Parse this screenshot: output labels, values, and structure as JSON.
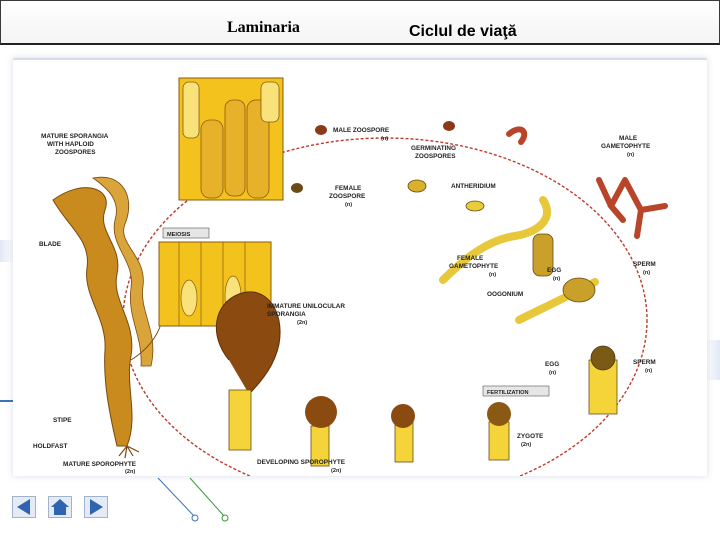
{
  "header": {
    "title_left": "Laminaria",
    "title_right": "Ciclul de viaţă"
  },
  "diagram": {
    "labels": {
      "mature_sporangia": "MATURE SPORANGIA",
      "with_haploid": "WITH HAPLOID",
      "zoospores": "ZOOSPORES",
      "blade": "BLADE",
      "stipe": "STIPE",
      "holdfast": "HOLDFAST",
      "mature_sporophyte": "MATURE SPOROPHYTE",
      "mature_sporophyte_ploidy": "(2n)",
      "meiosis": "MEIOSIS",
      "immature_unilocular": "IMMATURE UNILOCULAR",
      "sporangia": "SPORANGIA",
      "sporangia_ploidy": "(2n)",
      "male_zoospore": "MALE ZOOSPORE",
      "male_zoospore_ploidy": "(n)",
      "germinating": "GERMINATING",
      "germinating_zoospores": "ZOOSPORES",
      "female": "FEMALE",
      "female_zoospore": "ZOOSPORE",
      "female_zoospore_ploidy": "(n)",
      "antheridium": "ANTHERIDIUM",
      "male": "MALE",
      "male_gametophyte": "GAMETOPHYTE",
      "male_gametophyte_ploidy": "(n)",
      "female2": "FEMALE",
      "female_gametophyte": "GAMETOPHYTE",
      "female_gametophyte_ploidy": "(n)",
      "egg": "EGG",
      "egg_ploidy": "(n)",
      "oogonium": "OOGONIUM",
      "sperm": "SPERM",
      "sperm_ploidy": "(n)",
      "egg2": "EGG",
      "egg2_ploidy": "(n)",
      "sperm2": "SPERM",
      "sperm2_ploidy": "(n)",
      "fertilization": "FERTILIZATION",
      "zygote": "ZYGOTE",
      "zygote_ploidy": "(2n)",
      "developing_sporophyte": "DEVELOPING SPOROPHYTE",
      "developing_sporophyte_ploidy": "(2n)"
    }
  },
  "colors": {
    "kelp": "#c98a1e",
    "kelp_dark": "#7a4a10",
    "cell_yellow": "#f4c21c",
    "cell_light": "#f9e27a",
    "gametophyte_red": "#b8452a",
    "cycle_line": "#c0392b",
    "nav_blue": "#2f64b0"
  }
}
